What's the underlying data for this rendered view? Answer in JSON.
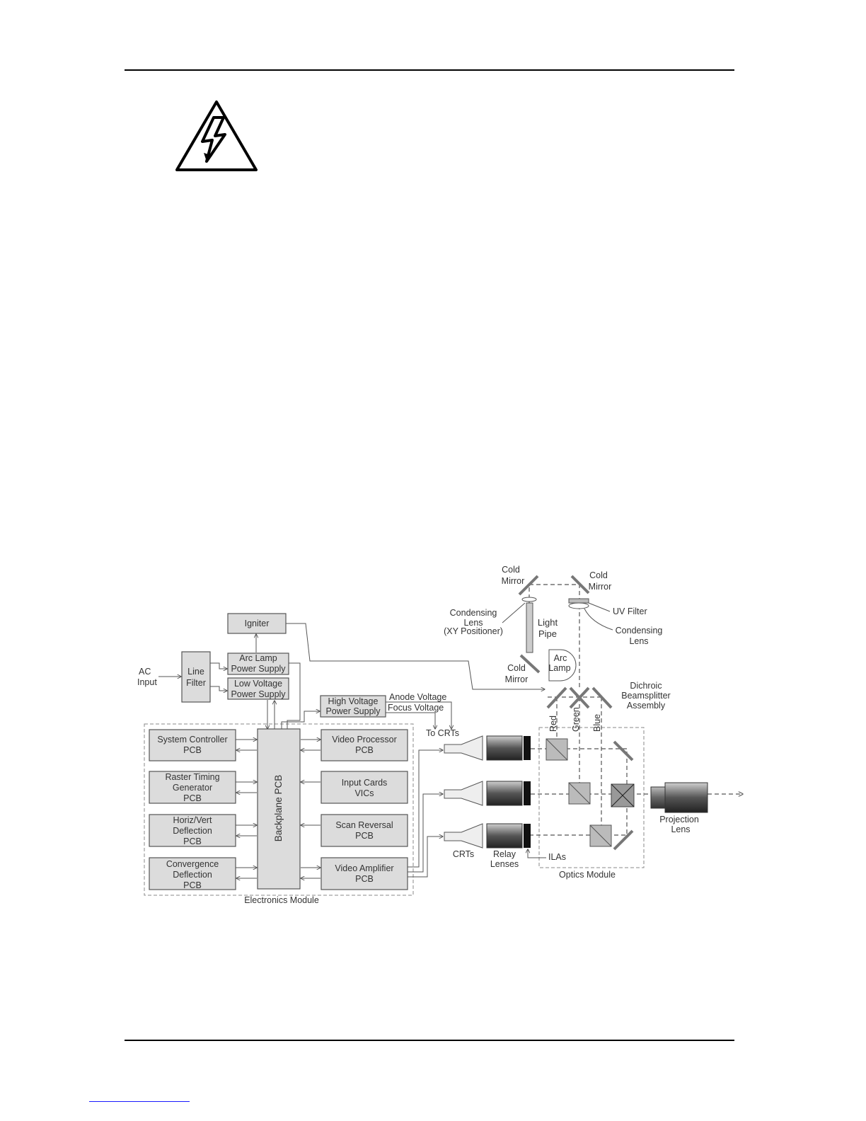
{
  "diagram": {
    "electronics_module": "Electronics Module",
    "optics_module": "Optics Module",
    "ac_input": [
      "AC",
      "Input"
    ],
    "line_filter": [
      "Line",
      "Filter"
    ],
    "igniter": "Igniter",
    "arc_lamp_ps": [
      "Arc Lamp",
      "Power Supply"
    ],
    "low_voltage_ps": [
      "Low Voltage",
      "Power Supply"
    ],
    "high_voltage_ps": [
      "High Voltage",
      "Power Supply"
    ],
    "anode_voltage": "Anode Voltage",
    "focus_voltage": "Focus Voltage",
    "to_crts": "To CRTs",
    "backplane": "Backplane PCB",
    "left_boards": [
      [
        "System Controller",
        "PCB"
      ],
      [
        "Raster Timing",
        "Generator",
        "PCB"
      ],
      [
        "Horiz/Vert",
        "Deflection",
        "PCB"
      ],
      [
        "Convergence",
        "Deflection",
        "PCB"
      ]
    ],
    "right_boards": [
      [
        "Video Processor",
        "PCB"
      ],
      [
        "Input Cards",
        "VICs"
      ],
      [
        "Scan Reversal",
        "PCB"
      ],
      [
        "Video Amplifier",
        "PCB"
      ]
    ],
    "cold_mirror_1": [
      "Cold",
      "Mirror"
    ],
    "cold_mirror_2": [
      "Cold",
      "Mirror"
    ],
    "cold_mirror_3": [
      "Cold",
      "Mirror"
    ],
    "condensing_lens_xy": [
      "Condensing",
      "Lens",
      "(XY Positioner)"
    ],
    "light_pipe": [
      "Light",
      "Pipe"
    ],
    "uv_filter": "UV Filter",
    "condensing_lens": [
      "Condensing",
      "Lens"
    ],
    "arc_lamp": [
      "Arc",
      "Lamp"
    ],
    "dichroic": [
      "Dichroic",
      "Beamsplitter",
      "Assembly"
    ],
    "red": "Red",
    "green": "Green",
    "blue": "Blue",
    "crts": "CRTs",
    "relay_lenses": [
      "Relay",
      "Lenses"
    ],
    "ilas": "ILAs",
    "projection_lens": [
      "Projection",
      "Lens"
    ]
  },
  "icons": {
    "warning": "high-voltage-warning-icon"
  }
}
